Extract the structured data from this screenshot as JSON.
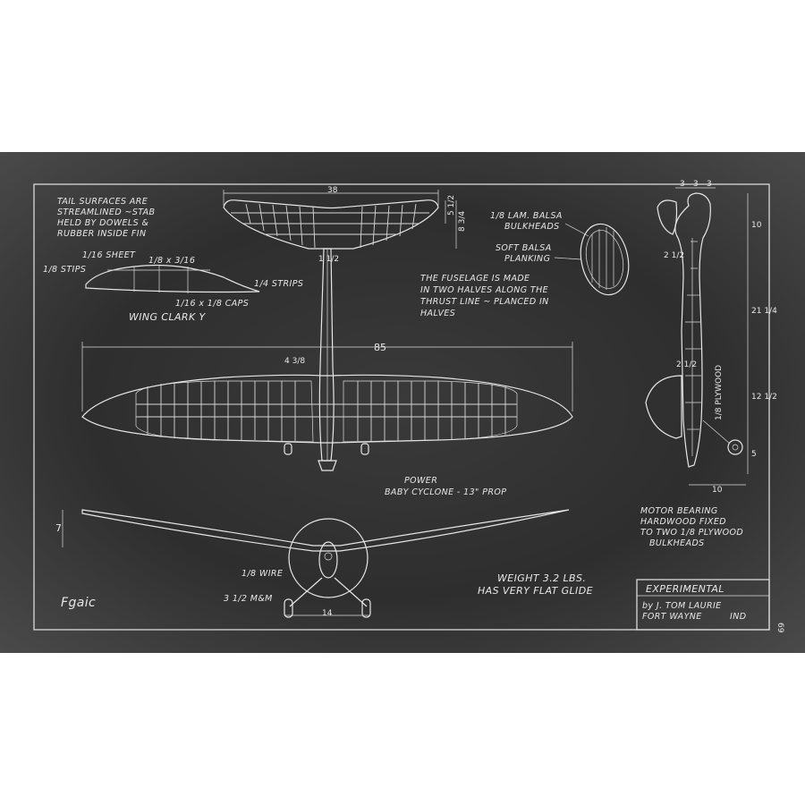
{
  "notes": {
    "tail": [
      "TAIL SURFACES ARE",
      "STREAMLINED ~STAB",
      "HELD BY DOWELS &",
      "RUBBER INSIDE FIN"
    ],
    "sheet": "1/16 SHEET",
    "strips_left": "1/8 STIPS",
    "ribs_frac": "1/8 x 3/16",
    "caps": "1/16 x 1/8 CAPS",
    "strips_right": "1/4 STRIPS",
    "wing_section": "WING CLARK Y",
    "bulkheads": [
      "1/8 LAM. BALSA",
      "BULKHEADS"
    ],
    "planking": [
      "SOFT BALSA",
      "PLANKING"
    ],
    "fuselage": [
      "THE FUSELAGE IS MADE",
      "IN TWO HALVES ALONG THE",
      "THRUST LINE ~ PLANCED IN",
      "HALVES"
    ],
    "power": [
      "POWER",
      "BABY CYCLONE - 13\" PROP"
    ],
    "motor": [
      "MOTOR BEARING",
      "HARDWOOD FIXED",
      "TO TWO 1/8 PLYWOOD",
      "BULKHEADS"
    ],
    "weight": [
      "WEIGHT 3.2 LBS.",
      "HAS VERY FLAT GLIDE"
    ],
    "wire": "1/8 WIRE",
    "wheels": "3 1/2 M&M",
    "plywood": "1/8 PLYWOOD",
    "signature": "Fgaic",
    "page_number": "69"
  },
  "dimensions": {
    "stab_span": "38",
    "stab_chord_a": "5 1/2",
    "stab_chord_b": "8 3/4",
    "fin_offset": "1 1/2",
    "wingspan": "85",
    "wing_chord": "4 3/8",
    "dihedral": "7",
    "gear_track": "14",
    "side_top": [
      "3",
      "3",
      "3"
    ],
    "side_nose": "2 1/2",
    "side_right": [
      "10",
      "21 1/4",
      "12 1/2",
      "5"
    ],
    "side_bottom": "10",
    "side_mid": "2 1/2"
  },
  "title_block": {
    "title": "EXPERIMENTAL",
    "author": "by J. TOM LAURIE",
    "city": "FORT WAYNE",
    "state": "IND"
  }
}
